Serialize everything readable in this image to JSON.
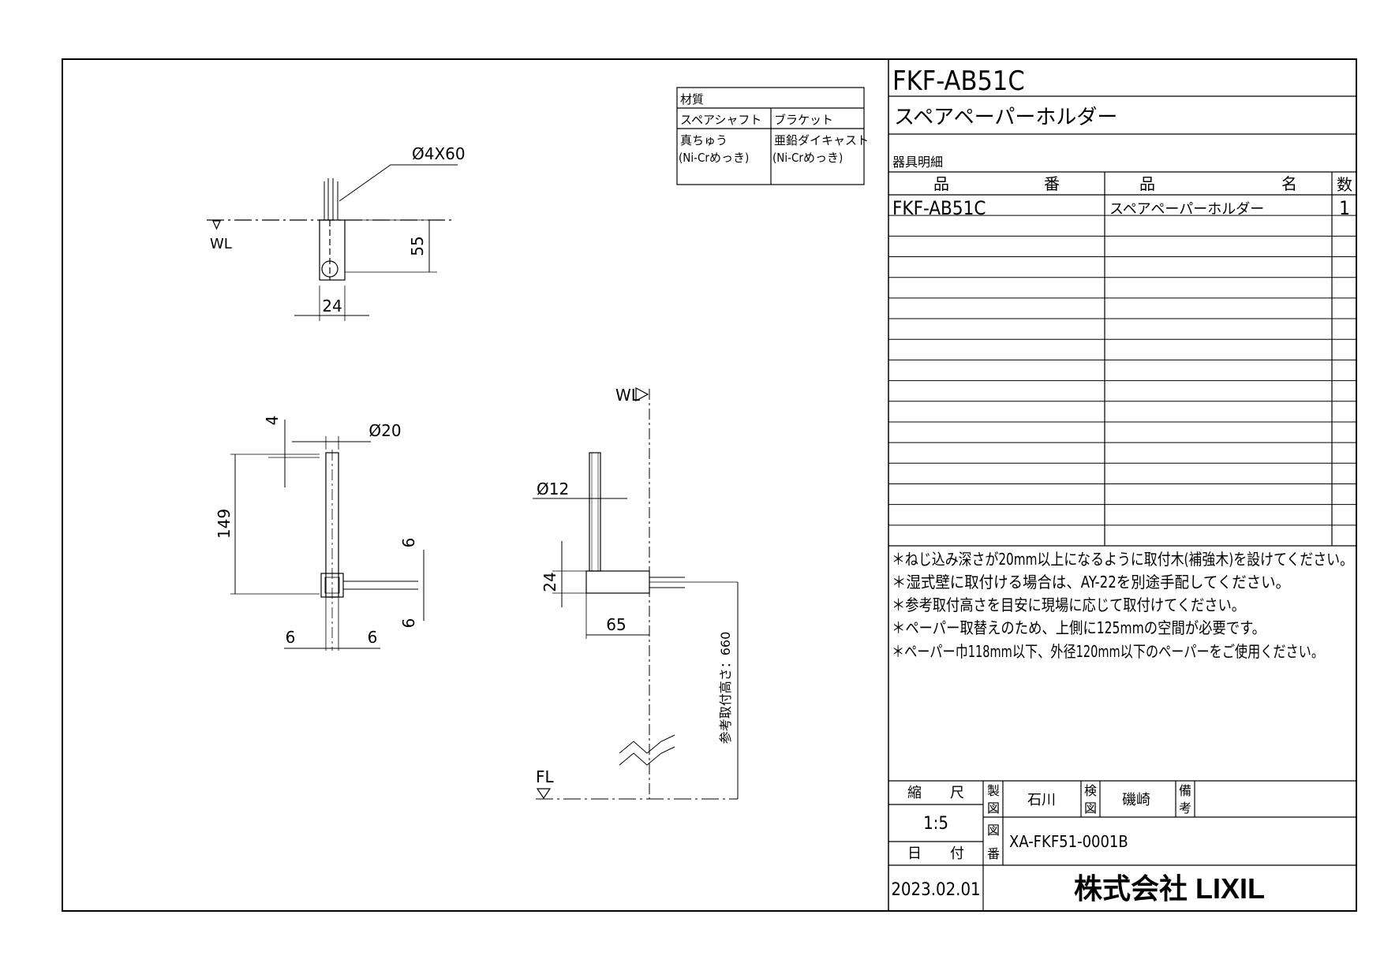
{
  "title_block": {
    "model": "FKF-AB51C",
    "product_name": "スペアペーパーホルダー",
    "parts_caption": "器具明細",
    "col_part_no": "品　　　　　　番",
    "col_part_name": "品　　　　　　　　名",
    "col_qty": "数",
    "rows": [
      {
        "part_no": "FKF-AB51C",
        "name": "スペアペーパーホルダー",
        "qty": "1"
      }
    ],
    "notes": [
      "＊ねじ込み深さが20mm以上になるように取付木(補強木)を設けてください。",
      "＊湿式壁に取付ける場合は、AY-22を別途手配してください。",
      "＊参考取付高さを目安に現場に応じて取付けてください。",
      "＊ペーパー取替えのため、上側に125mmの空間が必要です。",
      "＊ペーパー巾118mm以下、外径120mm以下のペーパーをご使用ください。"
    ],
    "scale_label": "縮　　尺",
    "scale_value": "1:5",
    "date_label": "日　　付",
    "date_value": "2023.02.01",
    "drawn_label_1": "製",
    "drawn_label_2": "図",
    "drawn_by": "石川",
    "checked_label_1": "検",
    "checked_label_2": "図",
    "checked_by": "磯崎",
    "remarks_label_1": "備",
    "remarks_label_2": "考",
    "drawing_no_label_1": "図",
    "drawing_no_label_2": "番",
    "drawing_no": "XA-FKF51-0001B",
    "company": "株式会社 LIXIL"
  },
  "material_table": {
    "header": "材質",
    "col1": "スペアシャフト",
    "col2": "ブラケット",
    "col1_line1": "真ちゅう",
    "col1_line2": "(Ni-Crめっき)",
    "col2_line1": "亜鉛ダイキャスト",
    "col2_line2": "(Ni-Crめっき)"
  },
  "dimensions": {
    "screw": "Ø4X60",
    "wl_top": "WL",
    "h55": "55",
    "w24_top": "24",
    "d4": "4",
    "phi20": "Ø20",
    "h149": "149",
    "six_r1": "6",
    "six_r2": "6",
    "six_b1": "6",
    "six_b2": "6",
    "wl_side": "WL",
    "phi12": "Ø12",
    "h24": "24",
    "d65": "65",
    "ref_height": "参考取付高さ：660",
    "fl": "FL"
  }
}
